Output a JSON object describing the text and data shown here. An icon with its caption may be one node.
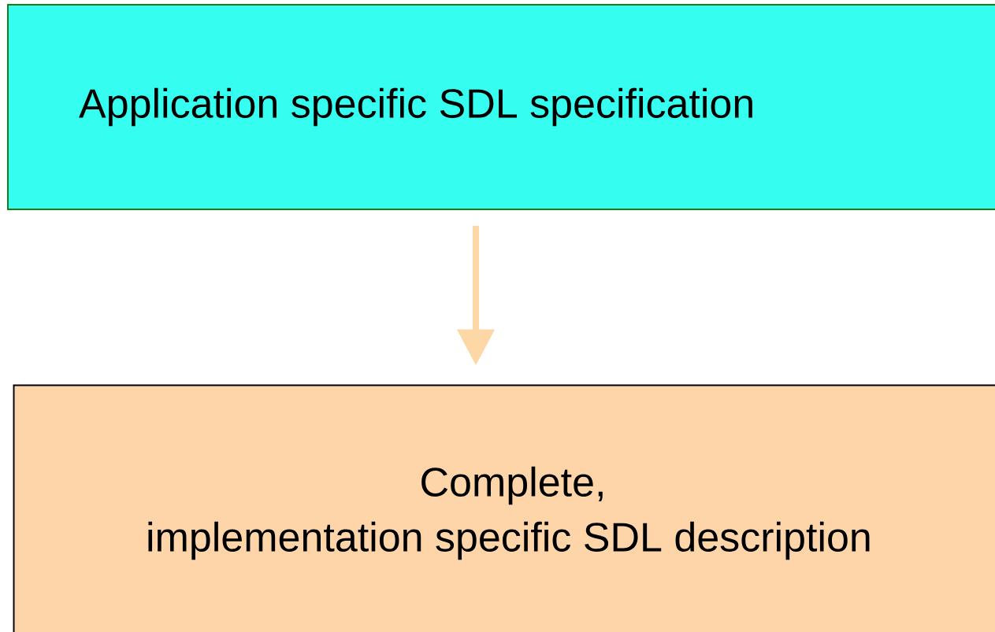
{
  "diagram": {
    "nodes": [
      {
        "text": [
          "Application specific SDL specification"
        ]
      },
      {
        "text": [
          "Complete, implementation specific SDL description"
        ]
      }
    ],
    "edges": [
      {
        "from": 0,
        "to": 1,
        "arrow": "to"
      }
    ]
  }
}
